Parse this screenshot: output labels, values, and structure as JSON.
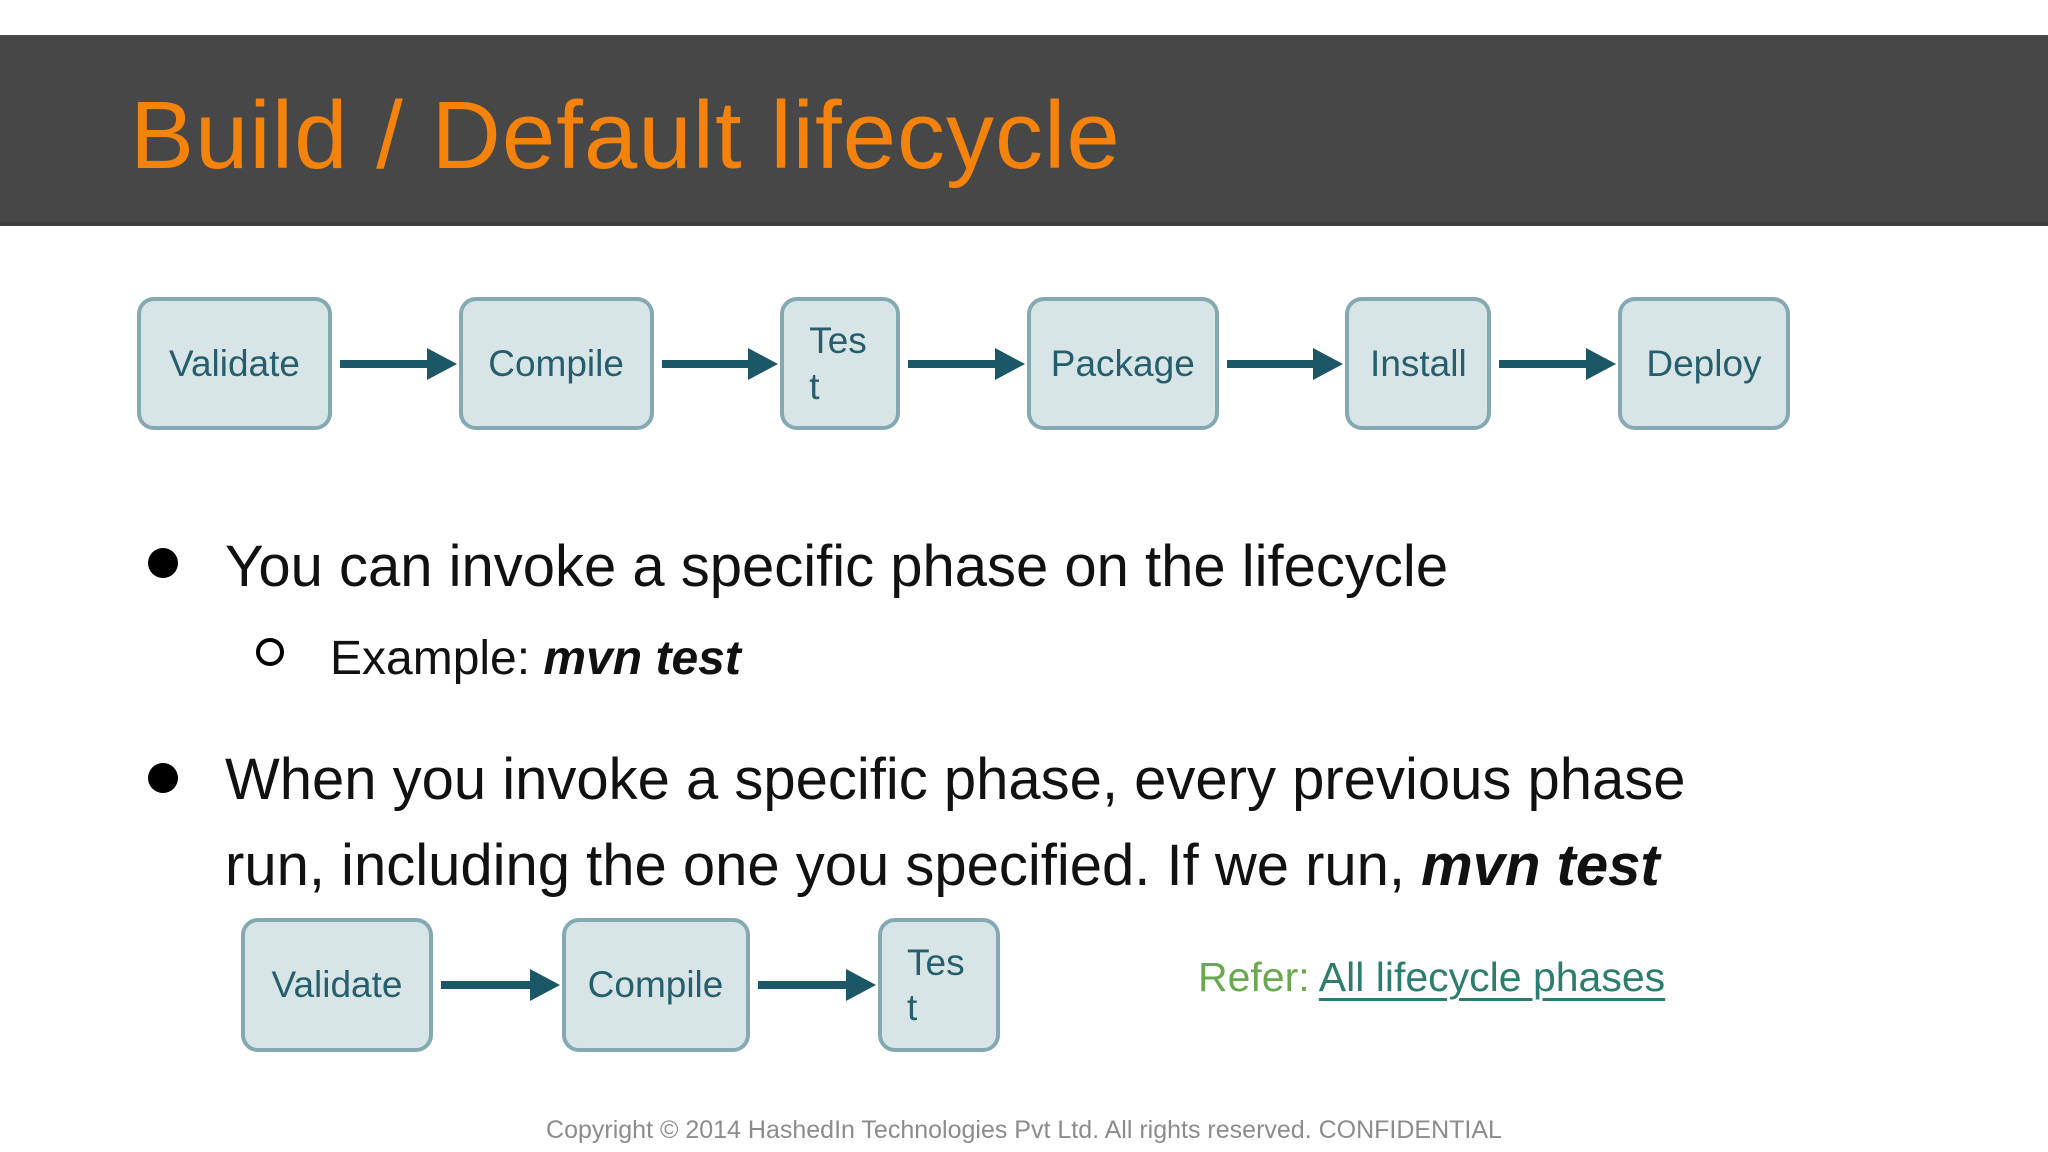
{
  "slide": {
    "title": "Build / Default lifecycle",
    "footer": "Copyright © 2014 HashedIn Technologies Pvt Ltd. All rights reserved. CONFIDENTIAL"
  },
  "flows": {
    "main": {
      "steps": [
        {
          "label": "Validate"
        },
        {
          "label": "Compile"
        },
        {
          "label": "Test"
        },
        {
          "label": "Package"
        },
        {
          "label": "Install"
        },
        {
          "label": "Deploy"
        }
      ]
    },
    "partial": {
      "steps": [
        {
          "label": "Validate"
        },
        {
          "label": "Compile"
        },
        {
          "label": "Test"
        }
      ]
    }
  },
  "bullets": {
    "b1": {
      "runs": [
        {
          "text": "You can invoke a specific phase on the lifecycle"
        }
      ]
    },
    "b1_sub": {
      "runs": [
        {
          "text": "Example: "
        },
        {
          "text": "mvn test",
          "em": true
        }
      ]
    },
    "b2": {
      "runs": [
        {
          "text": "When you invoke a specific phase, every previous phase"
        },
        {
          "br": true
        },
        {
          "text": "run, including the one you specified. If we run, "
        },
        {
          "text": "mvn test",
          "em": true
        }
      ]
    }
  },
  "refer": {
    "label": "Refer: ",
    "link_text": "All lifecycle phases"
  },
  "colors": {
    "header_background": "#474747",
    "title_orange": "#F5820B",
    "box_fill": "#D8E5E7",
    "box_border": "#85A9B2",
    "box_text": "#265E6D",
    "arrow_teal": "#1B5766",
    "body_text": "#111111",
    "refer_green": "#6AA84F",
    "link_teal": "#2D7D6E",
    "footer_gray": "#8C8C8C"
  }
}
